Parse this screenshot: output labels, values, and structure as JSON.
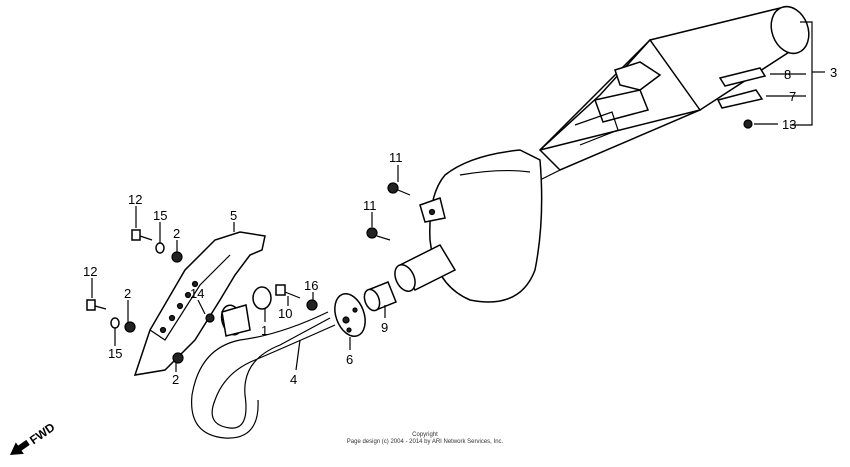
{
  "diagram": {
    "callouts": {
      "c1": "1",
      "c2a": "2",
      "c2b": "2",
      "c2c": "2",
      "c3": "3",
      "c4": "4",
      "c5": "5",
      "c6": "6",
      "c7": "7",
      "c8": "8",
      "c9": "9",
      "c10": "10",
      "c11a": "11",
      "c11b": "11",
      "c12a": "12",
      "c12b": "12",
      "c13": "13",
      "c14": "14",
      "c15a": "15",
      "c15b": "15",
      "c16": "16"
    },
    "direction_label": "FWD",
    "copyright_title": "Copyright",
    "copyright_line": "Page design (c) 2004 - 2014 by ARI Network Services, Inc."
  }
}
